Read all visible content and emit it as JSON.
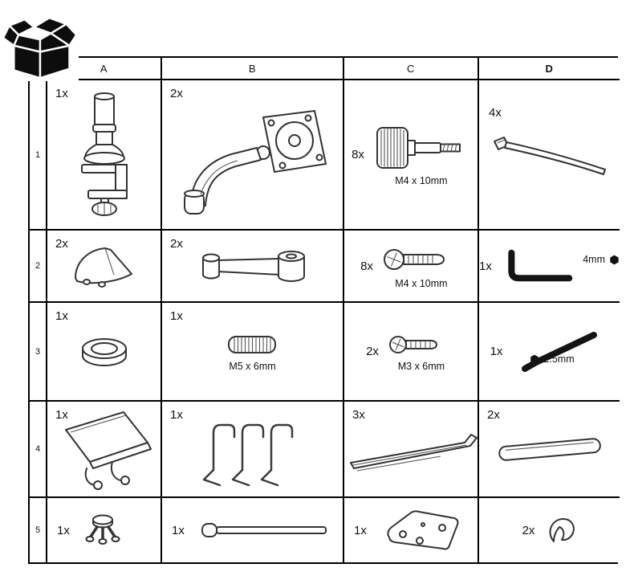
{
  "table": {
    "columns": [
      "A",
      "B",
      "C",
      "D"
    ],
    "row_labels": [
      "1",
      "2",
      "3",
      "4",
      "5"
    ]
  },
  "cells": {
    "r1a": {
      "qty": "1x",
      "part": "desk-clamp-pole"
    },
    "r1b": {
      "qty": "2x",
      "part": "monitor-arm-vesa"
    },
    "r1c": {
      "qty": "8x",
      "part": "thumbscrew",
      "spec": "M4 x 10mm"
    },
    "r1d": {
      "qty": "4x",
      "part": "cable-tie"
    },
    "r2a": {
      "qty": "2x",
      "part": "cable-clip-cover"
    },
    "r2b": {
      "qty": "2x",
      "part": "extension-arm"
    },
    "r2c": {
      "qty": "8x",
      "part": "phillips-screw",
      "spec": "M4 x 10mm"
    },
    "r2d": {
      "qty": "1x",
      "part": "hex-key",
      "spec": "4mm"
    },
    "r3a": {
      "qty": "1x",
      "part": "spacer-ring"
    },
    "r3b": {
      "qty": "1x",
      "part": "set-screw",
      "spec": "M5 x 6mm"
    },
    "r3c": {
      "qty": "2x",
      "part": "phillips-screw-small",
      "spec": "M3 x 6mm"
    },
    "r3d": {
      "qty": "1x",
      "part": "hex-key-small",
      "spec": "2.5mm"
    },
    "r4a": {
      "qty": "1x",
      "part": "laptop-tray"
    },
    "r4b": {
      "qty": "1x",
      "part": "wire-hooks"
    },
    "r4c": {
      "qty": "3x",
      "part": "bracket-strip"
    },
    "r4d": {
      "qty": "2x",
      "part": "pad-strip"
    },
    "r5a": {
      "qty": "1x",
      "part": "foot-piece"
    },
    "r5b": {
      "qty": "1x",
      "part": "rod"
    },
    "r5c": {
      "qty": "1x",
      "part": "mounting-plate"
    },
    "r5d": {
      "qty": "2x",
      "part": "clip-hook"
    }
  }
}
